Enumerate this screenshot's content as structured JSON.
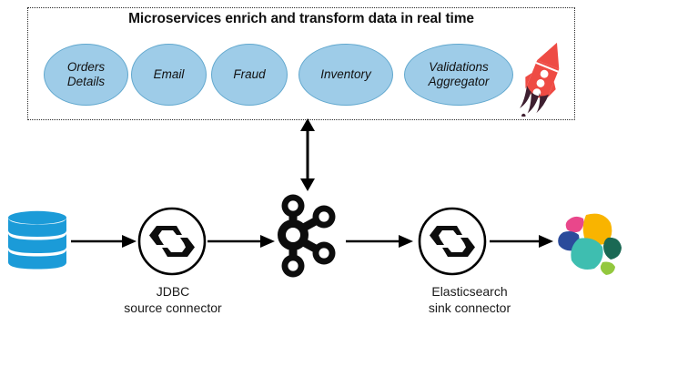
{
  "diagram": {
    "title": "Microservices enrich and transform data in real time",
    "microservices": [
      {
        "label": "Orders\nDetails",
        "line1": "Orders",
        "line2": "Details",
        "name": "orders-details"
      },
      {
        "label": "Email",
        "line1": "Email",
        "line2": "",
        "name": "email"
      },
      {
        "label": "Fraud",
        "line1": "Fraud",
        "line2": "",
        "name": "fraud"
      },
      {
        "label": "Inventory",
        "line1": "Inventory",
        "line2": "",
        "name": "inventory"
      },
      {
        "label": "Validations\nAggregator",
        "line1": "Validations",
        "line2": "Aggregator",
        "name": "validations-aggregator"
      }
    ],
    "pipeline": [
      {
        "icon": "database-icon",
        "label": ""
      },
      {
        "icon": "kafka-connect-icon",
        "label_line1": "JDBC",
        "label_line2": "source connector"
      },
      {
        "icon": "apache-kafka-icon",
        "label_line1": "",
        "label_line2": ""
      },
      {
        "icon": "kafka-connect-icon",
        "label_line1": "Elasticsearch",
        "label_line2": "sink connector"
      },
      {
        "icon": "elasticsearch-icon",
        "label": ""
      }
    ],
    "labels": {
      "jdbc_line1": "JDBC",
      "jdbc_line2": "source connector",
      "elasticsearch_line1": "Elasticsearch",
      "elasticsearch_line2": "sink connector"
    },
    "colors": {
      "ellipse_fill": "#9ECCE8",
      "ellipse_stroke": "#62A8CE",
      "database": "#1B9BD8",
      "rocket": "#EE4B44",
      "rocket_exhaust": "#3E1F30",
      "arrow": "#000000",
      "box_border": "#2a2a2a",
      "elastic_pink": "#E9478B",
      "elastic_yellow": "#F9B400",
      "elastic_navy": "#2B4B9B",
      "elastic_teal": "#3EBEB0",
      "elastic_darkgreen": "#1A6954",
      "elastic_lightgreen": "#93C83E"
    }
  }
}
